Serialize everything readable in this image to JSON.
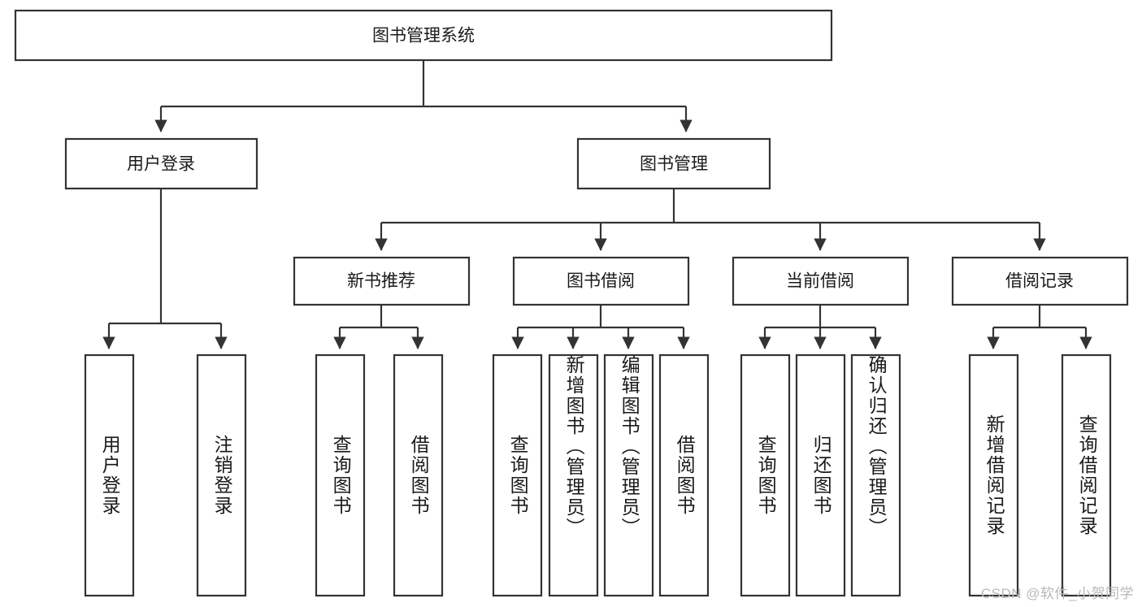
{
  "diagram": {
    "type": "tree",
    "title": "图书管理系统",
    "root": {
      "label": "图书管理系统"
    },
    "level2": [
      {
        "label": "用户登录"
      },
      {
        "label": "图书管理"
      }
    ],
    "level3": [
      {
        "label": "新书推荐"
      },
      {
        "label": "图书借阅"
      },
      {
        "label": "当前借阅"
      },
      {
        "label": "借阅记录"
      }
    ],
    "leaves": {
      "user_login": [
        {
          "label": "用户登录"
        },
        {
          "label": "注销登录"
        }
      ],
      "new_book_recommend": [
        {
          "label": "查询图书"
        },
        {
          "label": "借阅图书"
        }
      ],
      "book_borrow": [
        {
          "label": "查询图书"
        },
        {
          "label": "新增图书（管理员）"
        },
        {
          "label": "编辑图书（管理员）"
        },
        {
          "label": "借阅图书"
        }
      ],
      "current_borrow": [
        {
          "label": "查询图书"
        },
        {
          "label": "归还图书"
        },
        {
          "label": "确认归还（管理员）"
        }
      ],
      "borrow_record": [
        {
          "label": "新增借阅记录"
        },
        {
          "label": "查询借阅记录"
        }
      ]
    }
  },
  "watermark": {
    "text": "CSDN @软件_小贺同学"
  },
  "colors": {
    "background": "#ffffff",
    "box_fill": "#ffffff",
    "box_stroke": "#333333",
    "text": "#1a1a1a",
    "watermark": "#b8b8b8"
  }
}
